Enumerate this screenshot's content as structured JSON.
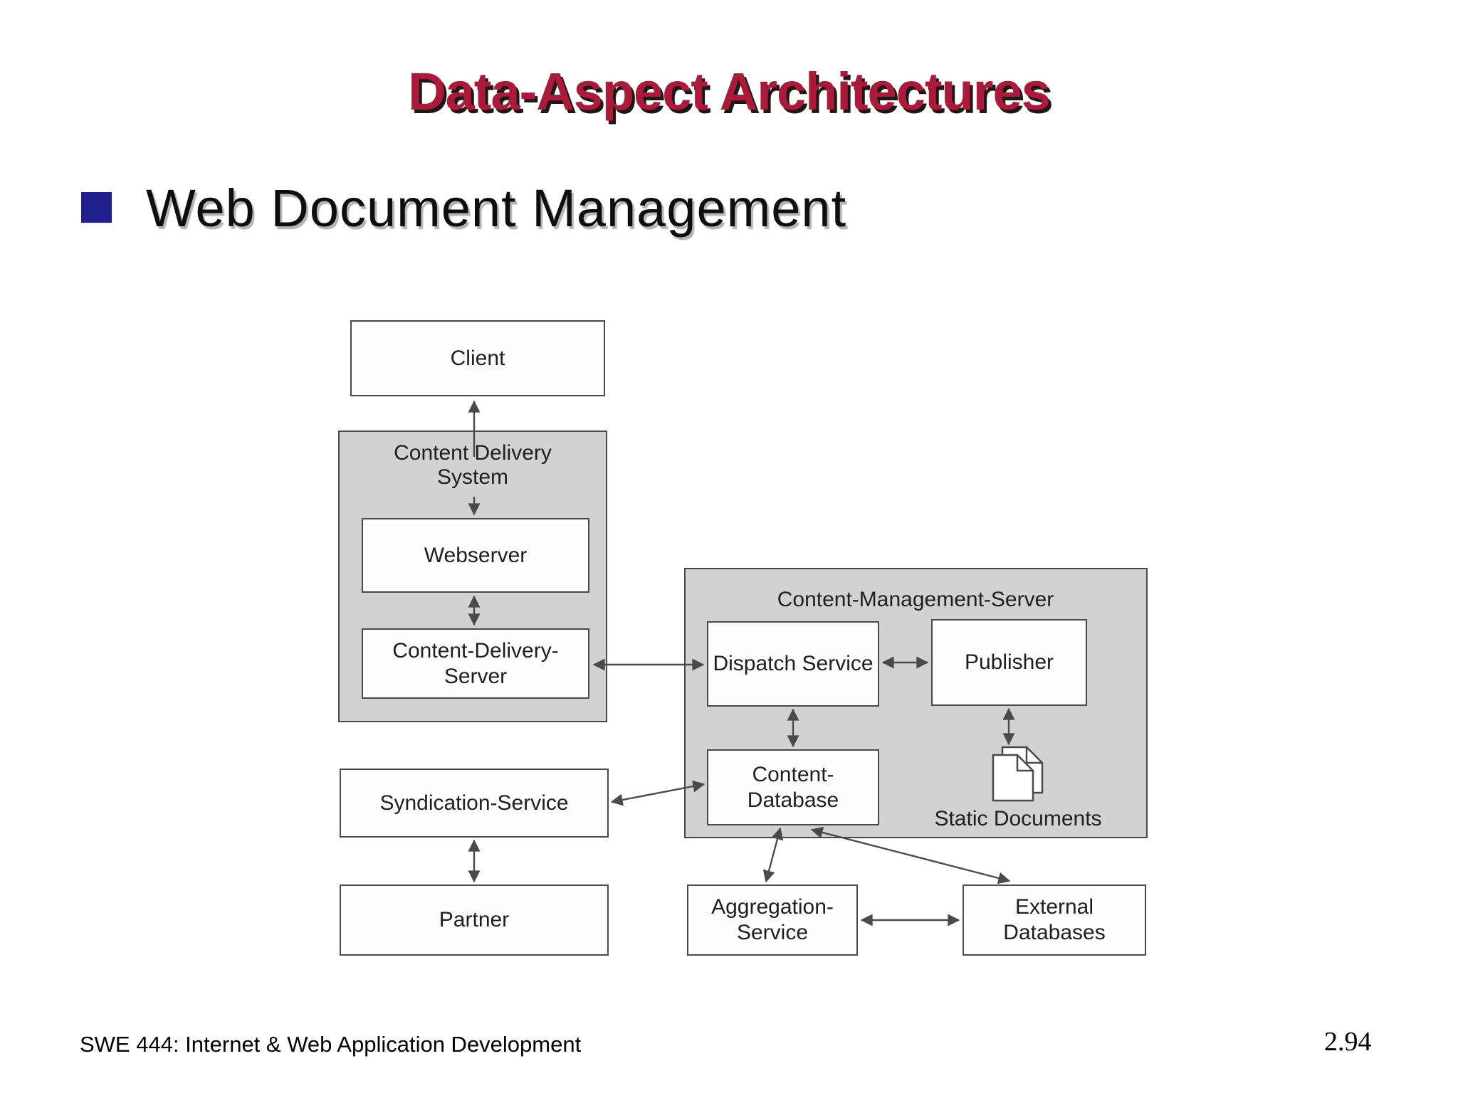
{
  "slide": {
    "title": "Data-Aspect Architectures",
    "bullet_text": "Web Document Management",
    "footer_left": "SWE 444: Internet & Web Application Development",
    "page_number": "2.94"
  },
  "diagram": {
    "nodes": {
      "client": "Client",
      "cds_title": "Content Delivery System",
      "webserver": "Webserver",
      "cd_server": "Content-Delivery-Server",
      "cms_title": "Content-Management-Server",
      "dispatch": "Dispatch Service",
      "publisher": "Publisher",
      "content_db": "Content-Database",
      "static_documents": "Static Documents",
      "syndication": "Syndication-Service",
      "partner": "Partner",
      "aggregation": "Aggregation-Service",
      "external_db": "External Databases"
    },
    "edges": [
      {
        "from": "content-delivery-system",
        "to": "client",
        "direction": "one-way"
      },
      {
        "from": "content-delivery-system-title",
        "to": "webserver",
        "direction": "one-way"
      },
      {
        "from": "webserver",
        "to": "content-delivery-server",
        "direction": "two-way"
      },
      {
        "from": "content-delivery-server",
        "to": "dispatch-service",
        "direction": "two-way"
      },
      {
        "from": "dispatch-service",
        "to": "publisher",
        "direction": "two-way"
      },
      {
        "from": "dispatch-service",
        "to": "content-database",
        "direction": "two-way"
      },
      {
        "from": "publisher",
        "to": "static-documents",
        "direction": "two-way"
      },
      {
        "from": "syndication-service",
        "to": "content-database",
        "direction": "two-way"
      },
      {
        "from": "syndication-service",
        "to": "partner",
        "direction": "two-way"
      },
      {
        "from": "content-database",
        "to": "aggregation-service",
        "direction": "two-way"
      },
      {
        "from": "content-database",
        "to": "external-databases",
        "direction": "two-way"
      },
      {
        "from": "aggregation-service",
        "to": "external-databases",
        "direction": "two-way"
      }
    ],
    "colors": {
      "container_fill": "#d2d2d2",
      "box_fill": "#fdfdfd",
      "border": "#4a4a4a",
      "arrow": "#4a4a4a"
    }
  },
  "theme": {
    "title_color": "#ad1a39",
    "bullet_color": "#201f8e"
  }
}
